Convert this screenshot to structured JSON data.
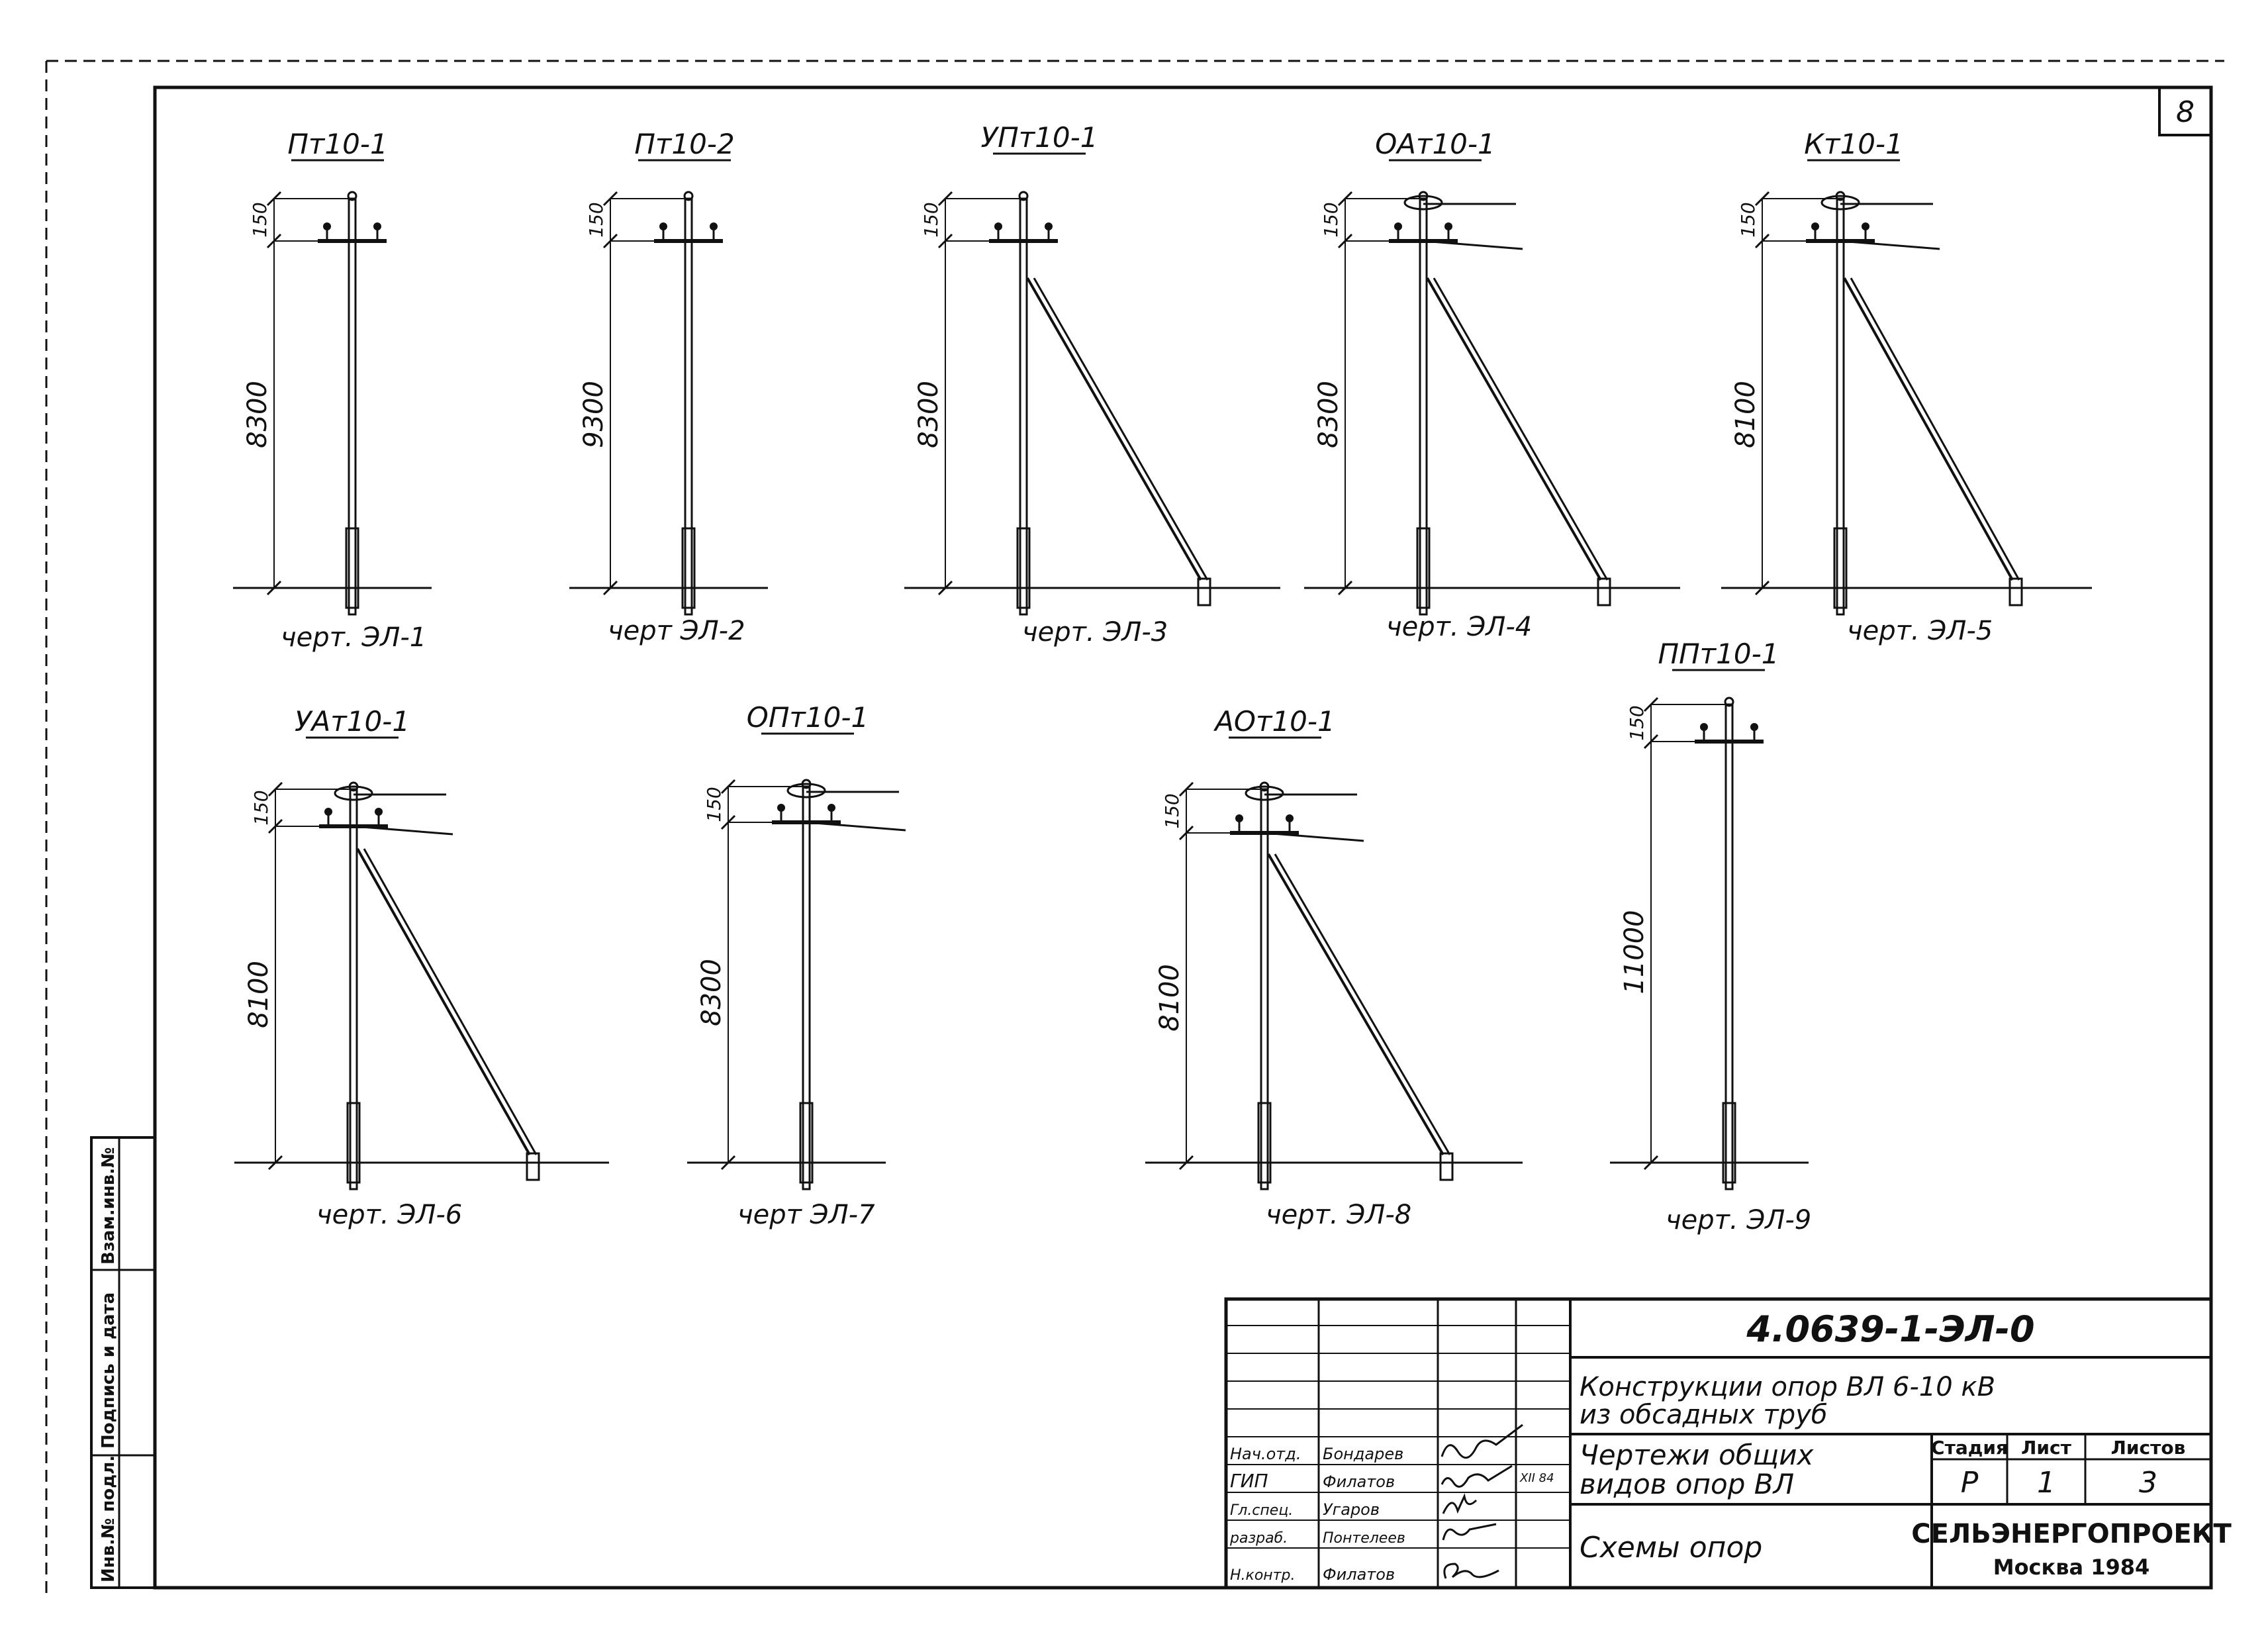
{
  "sheet_number": "8",
  "side_stamp": [
    "Инв.№ подл.",
    "Подпись и дата",
    "Взам.инв.№"
  ],
  "supports": [
    {
      "title": "Пт10-1",
      "height": "8300",
      "top_dim": "150",
      "drawing_ref": "черт. ЭЛ-1"
    },
    {
      "title": "Пт10-2",
      "height": "9300",
      "top_dim": "150",
      "drawing_ref": "черт ЭЛ-2"
    },
    {
      "title": "УПт10-1",
      "height": "8300",
      "top_dim": "150",
      "drawing_ref": "черт. ЭЛ-3"
    },
    {
      "title": "ОАт10-1",
      "height": "8300",
      "top_dim": "150",
      "drawing_ref": "черт. ЭЛ-4"
    },
    {
      "title": "Кт10-1",
      "height": "8100",
      "top_dim": "150",
      "drawing_ref": "черт. ЭЛ-5"
    },
    {
      "title": "УАт10-1",
      "height": "8100",
      "top_dim": "150",
      "drawing_ref": "черт. ЭЛ-6"
    },
    {
      "title": "ОПт10-1",
      "height": "8300",
      "top_dim": "150",
      "drawing_ref": "черт ЭЛ-7"
    },
    {
      "title": "АОт10-1",
      "height": "8100",
      "top_dim": "150",
      "drawing_ref": "черт. ЭЛ-8"
    },
    {
      "title": "ППт10-1",
      "height": "11000",
      "top_dim": "150",
      "drawing_ref": "черт. ЭЛ-9"
    }
  ],
  "title_block": {
    "code": "4.0639-1-ЭЛ-0",
    "project_line1": "Конструкции опор ВЛ 6-10 кВ",
    "project_line2": "из обсадных труб",
    "doc_title_line1": "Чертежи общих",
    "doc_title_line2": "видов опор ВЛ",
    "sheet_title": "Схемы опор",
    "stage_label": "Стадия",
    "sheet_label": "Лист",
    "sheets_label": "Листов",
    "stage": "Р",
    "sheet": "1",
    "sheets": "3",
    "organization": "СЕЛЬЭНЕРГОПРОЕКТ",
    "city_year": "Москва 1984",
    "date_note": "XII 84",
    "staff": [
      {
        "role": "Нач.отд.",
        "name": "Бондарев"
      },
      {
        "role": "ГИП",
        "name": "Филатов"
      },
      {
        "role": "Гл.спец.",
        "name": "Угаров"
      },
      {
        "role": "разраб.",
        "name": "Понтелеев"
      },
      {
        "role": "Н.контр.",
        "name": "Филатов"
      }
    ]
  }
}
